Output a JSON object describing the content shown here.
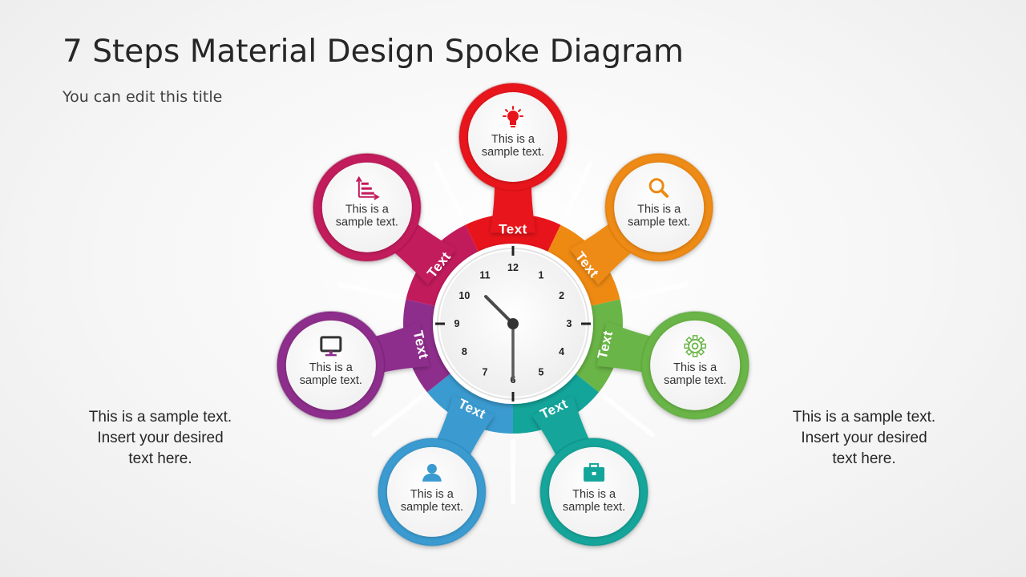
{
  "header": {
    "title": "7 Steps Material Design Spoke Diagram",
    "subtitle": "You can edit this title"
  },
  "side_left": {
    "lines": [
      "This is a sample  text.",
      "Insert your desired",
      "text here."
    ]
  },
  "side_right": {
    "lines": [
      "This is a sample  text.",
      "Insert your desired",
      "text here."
    ]
  },
  "steps": [
    {
      "label": "Text",
      "text_line1": "This is a",
      "text_line2": "sample text.",
      "color": "#E8141B",
      "dark": "#B80D12",
      "icon": "lightbulb-icon"
    },
    {
      "label": "Text",
      "text_line1": "This is a",
      "text_line2": "sample text.",
      "color": "#EE8A12",
      "dark": "#C76A06",
      "icon": "search-icon"
    },
    {
      "label": "Text",
      "text_line1": "This is a",
      "text_line2": "sample text.",
      "color": "#6AB547",
      "dark": "#4E9430",
      "icon": "gear-icon"
    },
    {
      "label": "Text",
      "text_line1": "This is a",
      "text_line2": "sample text.",
      "color": "#13A59A",
      "dark": "#0B8178",
      "icon": "briefcase-icon"
    },
    {
      "label": "Text",
      "text_line1": "This is a",
      "text_line2": "sample text.",
      "color": "#3A9BD0",
      "dark": "#2677AC",
      "icon": "user-icon"
    },
    {
      "label": "Text",
      "text_line1": "This is a",
      "text_line2": "sample text.",
      "color": "#8E2E8C",
      "dark": "#6B1C6A",
      "icon": "monitor-icon"
    },
    {
      "label": "Text",
      "text_line1": "This is a",
      "text_line2": "sample text.",
      "color": "#C21B5C",
      "dark": "#95103F",
      "icon": "bar-chart-icon"
    }
  ],
  "clock": {
    "numbers": [
      "12",
      "1",
      "2",
      "3",
      "4",
      "5",
      "6",
      "7",
      "8",
      "9",
      "10",
      "11"
    ],
    "time": "10:30"
  }
}
